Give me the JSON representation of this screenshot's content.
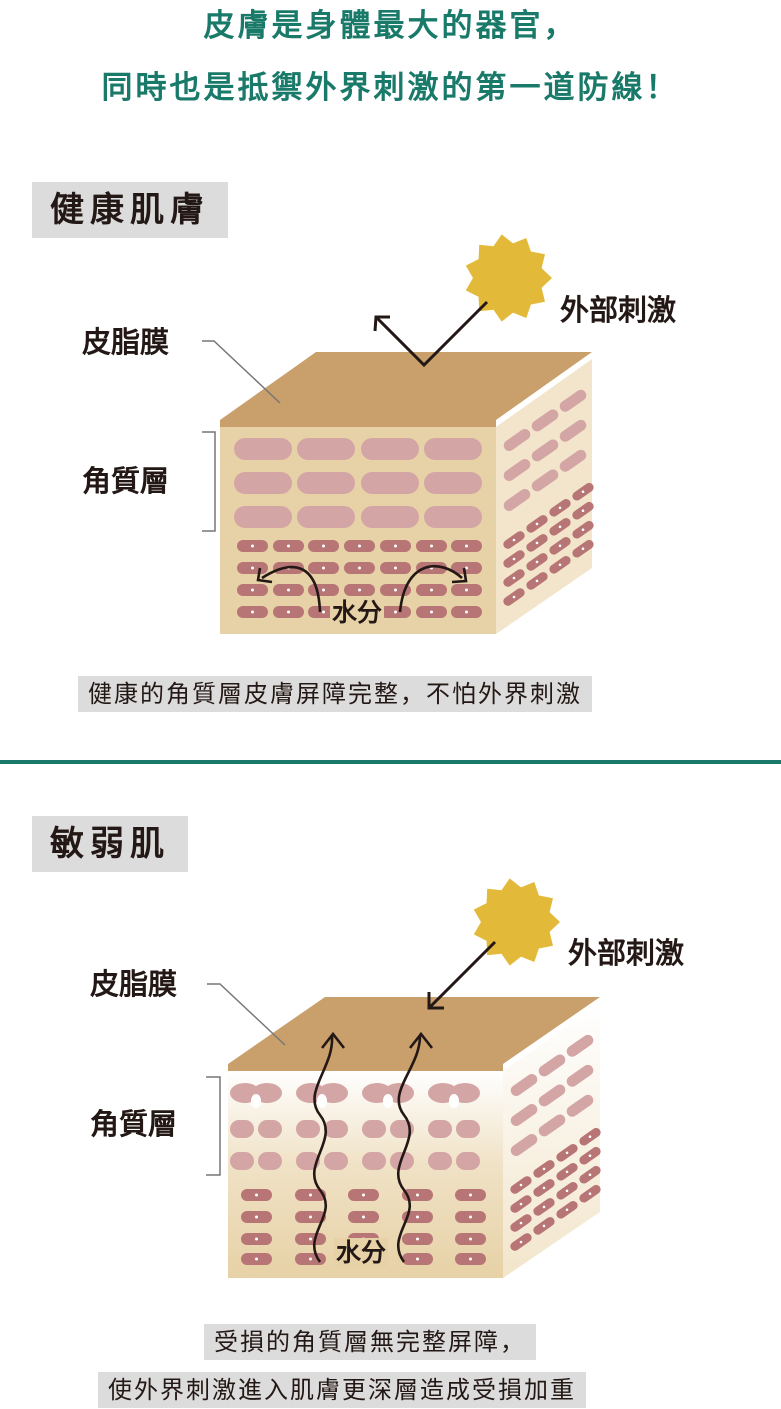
{
  "headline": {
    "line1": "皮膚是身體最大的器官，",
    "line2": "同時也是抵禦外界刺激的第一道防線！"
  },
  "healthy": {
    "title": "健康肌膚",
    "label_sebum": "皮脂膜",
    "label_stratum": "角質層",
    "label_stimulus": "外部刺激",
    "label_water": "水分",
    "caption": "健康的角質層皮膚屏障完整，不怕外界刺激"
  },
  "sensitive": {
    "title": "敏弱肌",
    "label_sebum": "皮脂膜",
    "label_stratum": "角質層",
    "label_stimulus": "外部刺激",
    "label_water": "水分",
    "caption_line1": "受損的角質層無完整屏障，",
    "caption_line2": "使外界刺激進入肌膚更深層造成受損加重"
  },
  "colors": {
    "accent": "#1a7a6a",
    "sun": "#e3b93a",
    "sebum_top": "#c9a06c",
    "cube_front": "#e7d1a6",
    "cube_side": "#f2e5cb",
    "cell_light": "#d4a5a5",
    "cell_dark": "#b87575"
  }
}
